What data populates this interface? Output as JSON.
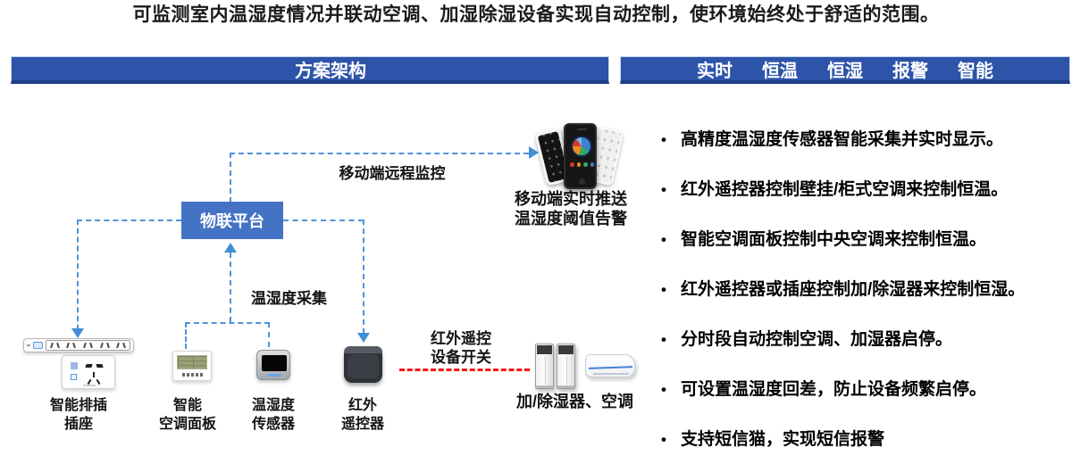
{
  "title": "可监测室内温湿度情况并联动空调、加湿除湿设备实现自动控制，使环境始终处于舒适的范围。",
  "architecture": {
    "header": "方案架构"
  },
  "features_panel": {
    "tags": [
      "实时",
      "恒温",
      "恒湿",
      "报警",
      "智能"
    ],
    "bullet_glyph": "•",
    "bullets": [
      "高精度温湿度传感器智能采集并实时显示。",
      "红外遥控器控制壁挂/柜式空调来控制恒温。",
      "智能空调面板控制中央空调来控制恒温。",
      "红外遥控器或插座控制加/除湿器来控制恒湿。",
      "分时段自动控制空调、加湿器启停。",
      "可设置温湿度回差，防止设备频繁启停。",
      "支持短信猫，实现短信报警"
    ]
  },
  "diagram": {
    "platform": "物联平台",
    "labels": {
      "mobile_monitor": "移动端远程监控",
      "mobile_push_line1": "移动端实时推送",
      "mobile_push_line2": "温湿度阈值告警",
      "collect": "温湿度采集",
      "ir_control_line1": "红外遥控",
      "ir_control_line2": "设备开关",
      "targets": "加/除湿器、空调"
    },
    "devices": {
      "power_strip": {
        "line1": "智能排插",
        "line2": "插座"
      },
      "ac_panel": {
        "line1": "智能",
        "line2": "空调面板"
      },
      "sensor": {
        "line1": "温湿度",
        "line2": "传感器"
      },
      "ir_remote": {
        "line1": "红外",
        "line2": "遥控器"
      }
    }
  },
  "colors": {
    "header_bar": "#2d54a9",
    "header_bar_edge": "#1e3c8a",
    "platform_box": "#4472c4",
    "connector_blue": "#4e94d9",
    "connector_red": "#fb1414",
    "title_text": "#1a1a1a"
  }
}
